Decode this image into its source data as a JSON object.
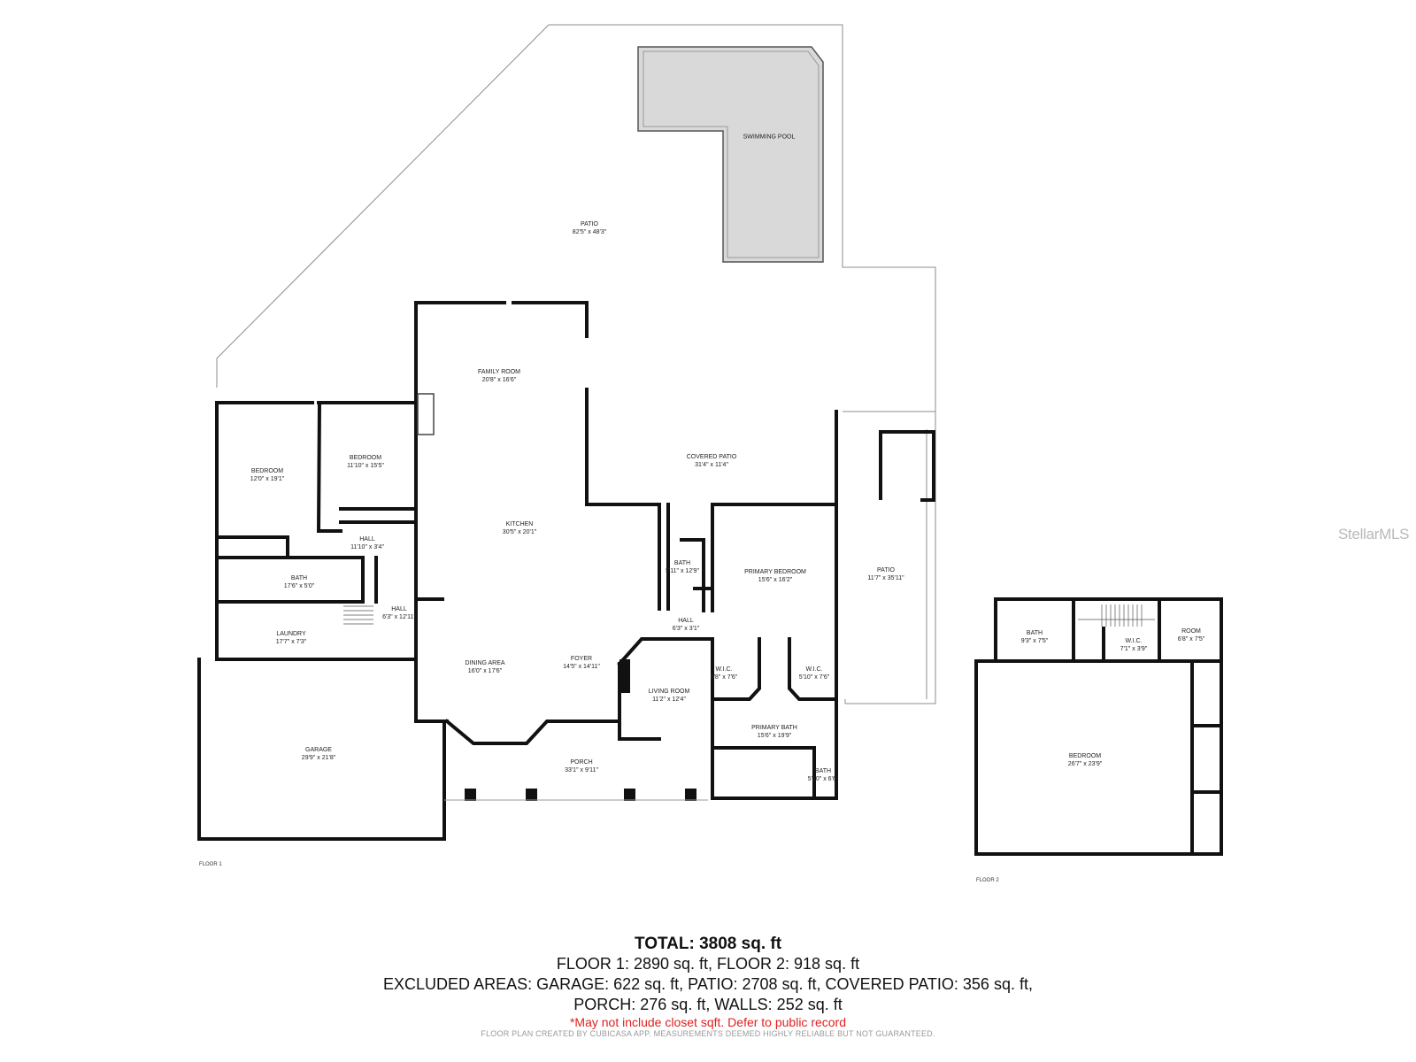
{
  "rooms": [
    {
      "name": "SWIMMING POOL",
      "dims": ""
    },
    {
      "name": "PATIO",
      "dims": "82'5\" x 48'3\""
    },
    {
      "name": "FAMILY ROOM",
      "dims": "20'8\" x 16'6\""
    },
    {
      "name": "BEDROOM",
      "dims": "12'0\" x 19'1\""
    },
    {
      "name": "BEDROOM",
      "dims": "11'10\" x 15'5\""
    },
    {
      "name": "COVERED PATIO",
      "dims": "31'4\" x 11'4\""
    },
    {
      "name": "KITCHEN",
      "dims": "30'5\" x 20'1\""
    },
    {
      "name": "HALL",
      "dims": "11'10\" x 3'4\""
    },
    {
      "name": "BATH",
      "dims": "5'11\" x 12'9\""
    },
    {
      "name": "PRIMARY BEDROOM",
      "dims": "15'6\" x 16'2\""
    },
    {
      "name": "PATIO",
      "dims": "11'7\" x 35'11\""
    },
    {
      "name": "BATH",
      "dims": "17'6\" x 5'0\""
    },
    {
      "name": "HALL",
      "dims": "6'3\" x 12'11\""
    },
    {
      "name": "HALL",
      "dims": "6'3\" x 3'1\""
    },
    {
      "name": "LAUNDRY",
      "dims": "17'7\" x 7'3\""
    },
    {
      "name": "W.I.C.",
      "dims": "5'8\" x 7'6\""
    },
    {
      "name": "W.I.C.",
      "dims": "5'10\" x 7'6\""
    },
    {
      "name": "DINING AREA",
      "dims": "16'0\" x 17'6\""
    },
    {
      "name": "FOYER",
      "dims": "14'5\" x 14'11\""
    },
    {
      "name": "LIVING ROOM",
      "dims": "11'2\" x 12'4\""
    },
    {
      "name": "PRIMARY BATH",
      "dims": "15'6\" x 19'9\""
    },
    {
      "name": "GARAGE",
      "dims": "29'9\" x 21'8\""
    },
    {
      "name": "PORCH",
      "dims": "33'1\" x 9'11\""
    },
    {
      "name": "BATH",
      "dims": "5'10\" x 6'6\""
    },
    {
      "name": "BATH",
      "dims": "9'3\" x 7'5\""
    },
    {
      "name": "W.I.C.",
      "dims": "7'1\" x 3'9\""
    },
    {
      "name": "ROOM",
      "dims": "6'8\" x 7'5\""
    },
    {
      "name": "BEDROOM",
      "dims": "26'7\" x 23'9\""
    }
  ],
  "floors": {
    "floor1": "FLOOR 1",
    "floor2": "FLOOR 2"
  },
  "watermark": "StellarMLS",
  "summary": {
    "total": "TOTAL: 3808 sq. ft",
    "floors": "FLOOR 1: 2890 sq. ft, FLOOR 2: 918 sq. ft",
    "excluded_1": "EXCLUDED AREAS: GARAGE: 622 sq. ft, PATIO: 2708 sq. ft, COVERED PATIO: 356 sq. ft,",
    "excluded_2": "PORCH: 276 sq. ft, WALLS: 252 sq. ft",
    "note": "*May not include closet sqft. Defer to public record",
    "credit": "FLOOR PLAN CREATED BY CUBICASA APP. MEASUREMENTS DEEMED HIGHLY RELIABLE BUT NOT GUARANTEED."
  },
  "colors": {
    "wall": "#111111",
    "outline": "#8c8c8c",
    "pool_fill": "#d9d9d9",
    "note": "#e02020"
  }
}
